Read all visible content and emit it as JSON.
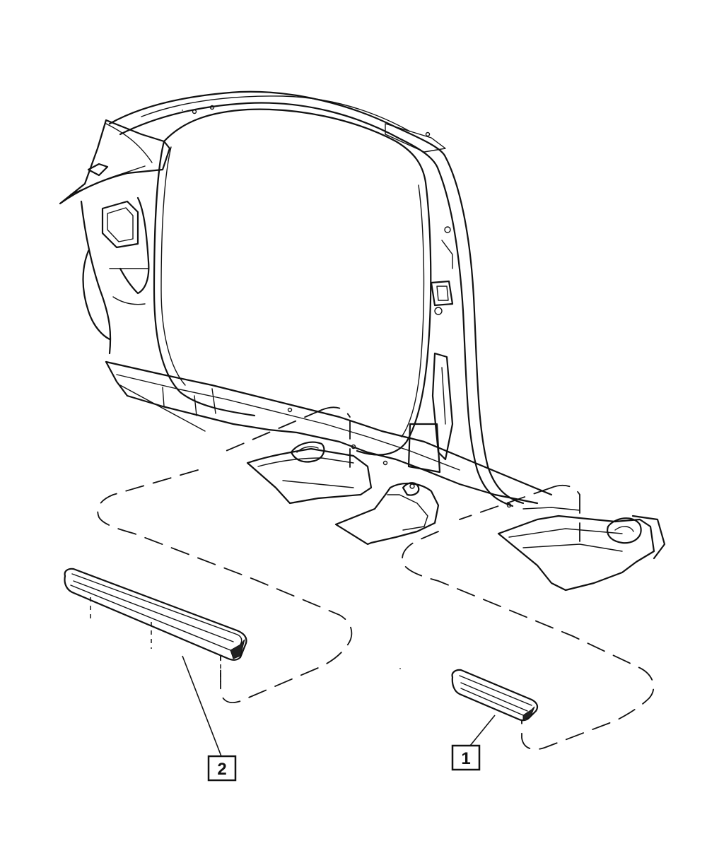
{
  "callouts": [
    {
      "id": "1",
      "label": "1"
    },
    {
      "id": "2",
      "label": "2"
    }
  ],
  "colors": {
    "line": "#111111",
    "background": "#ffffff"
  }
}
